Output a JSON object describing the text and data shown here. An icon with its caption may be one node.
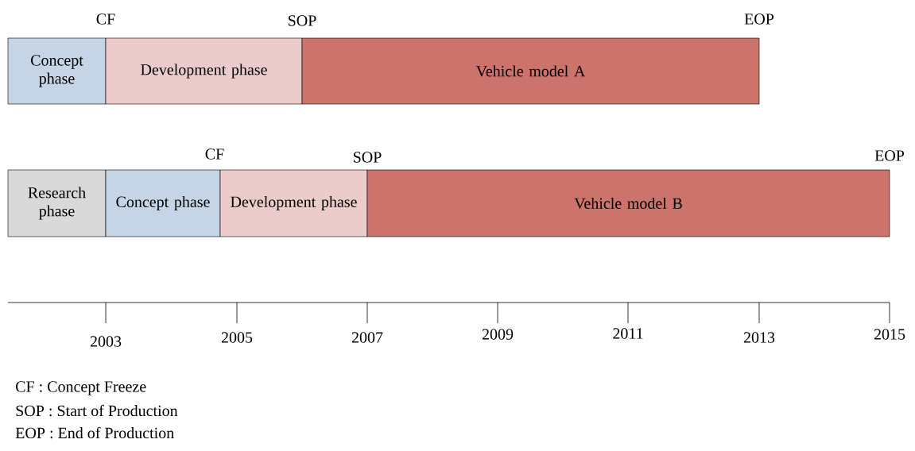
{
  "diagram": {
    "nodes": [
      {
        "text": [
          "Concept phase"
        ]
      },
      {
        "text": [
          "Development phase"
        ]
      },
      {
        "text": [
          "Vehicle model A"
        ]
      },
      {
        "text": [
          "Research phase"
        ]
      },
      {
        "text": [
          "Concept phase"
        ]
      },
      {
        "text": [
          "Development phase"
        ]
      },
      {
        "text": [
          "Vehicle model B"
        ]
      }
    ],
    "labels": [
      "CF",
      "SOP",
      "EOP",
      "CF",
      "SOP",
      "EOP",
      "2003",
      "2005",
      "2007",
      "2009",
      "2011",
      "2013",
      "2015",
      "CF : Concept Freeze",
      "SOP : Start of Production",
      "EOP : End of Production"
    ]
  }
}
